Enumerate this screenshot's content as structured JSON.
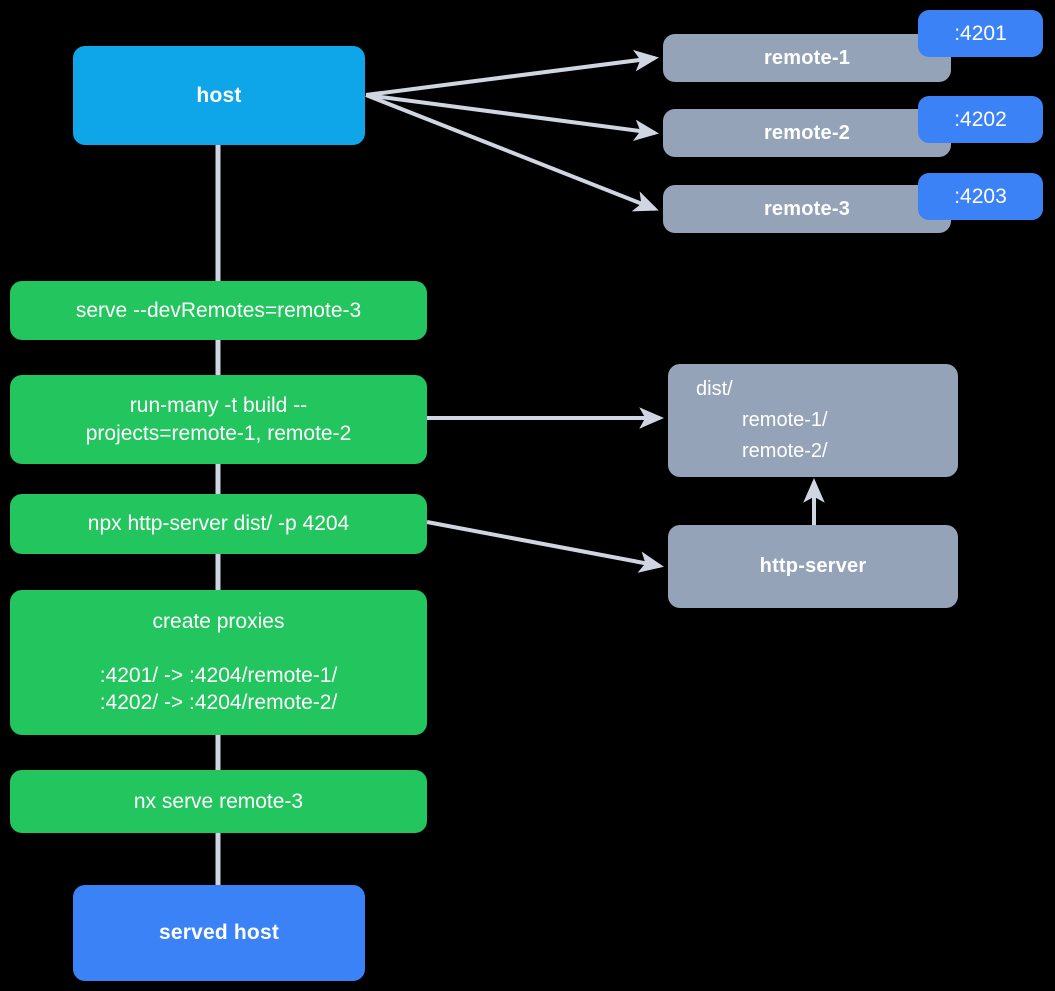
{
  "diagram": {
    "title": "nx host and remotes serving flow",
    "colors": {
      "background": "#000000",
      "host": "#0ea5e9",
      "command": "#22c55e",
      "remote": "#94a3b8",
      "badge": "#3b82f6",
      "served_host": "#3b82f6",
      "edge": "#cfd6e2"
    }
  },
  "nodes": {
    "host": {
      "label": "host"
    },
    "served_host": {
      "label": "served host"
    },
    "remotes": [
      {
        "label": "remote-1",
        "port": ":4201"
      },
      {
        "label": "remote-2",
        "port": ":4202"
      },
      {
        "label": "remote-3",
        "port": ":4203"
      }
    ],
    "commands": [
      {
        "id": "serve-dev-remotes",
        "line1": "serve --devRemotes=remote-3"
      },
      {
        "id": "run-many-build",
        "line1": "run-many -t build --",
        "line2": "projects=remote-1, remote-2"
      },
      {
        "id": "npx-http-server",
        "line1": "npx http-server dist/ -p 4204"
      },
      {
        "id": "create-proxies",
        "line1": "create proxies",
        "line2": ":4201/ -> :4204/remote-1/",
        "line3": ":4202/ -> :4204/remote-2/"
      },
      {
        "id": "nx-serve-remote-3",
        "line1": "nx serve remote-3"
      }
    ],
    "dist": {
      "line1": "dist/",
      "line2": "remote-1/",
      "line3": "remote-2/"
    },
    "http_server": {
      "label": "http-server"
    }
  }
}
